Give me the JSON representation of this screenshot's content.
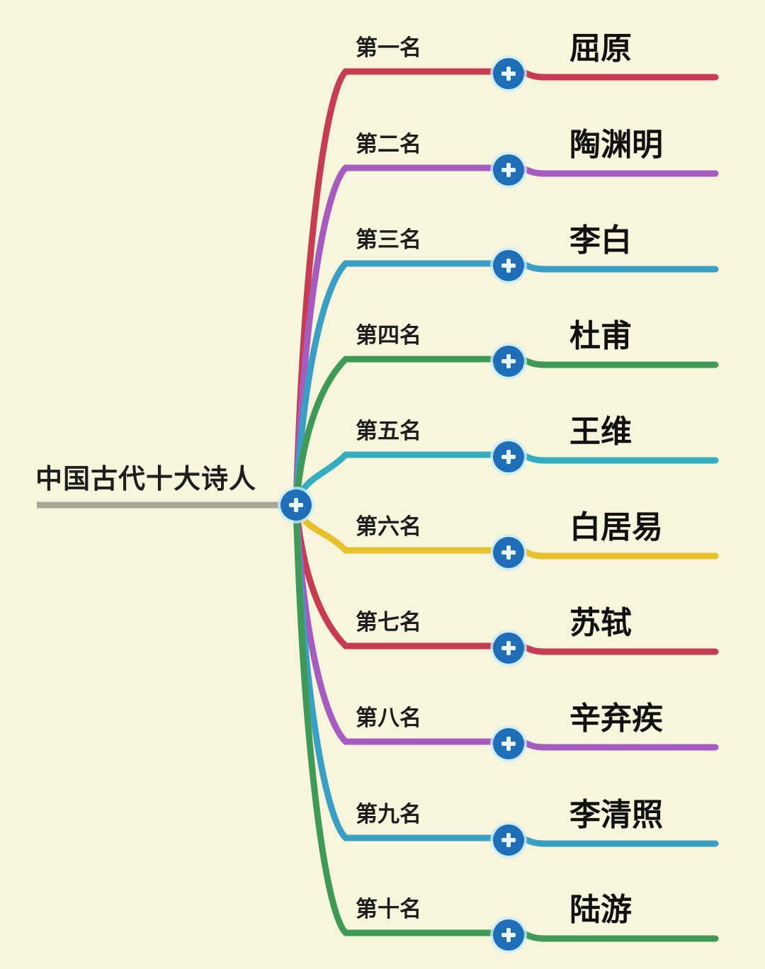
{
  "root": {
    "title": "中国古代十大诗人",
    "node_icon": "plus-circle-icon",
    "line_color": "#a9a898"
  },
  "branches": [
    {
      "rank": "第一名",
      "name": "屈原",
      "color": "#c63c52"
    },
    {
      "rank": "第二名",
      "name": "陶渊明",
      "color": "#a65cbf"
    },
    {
      "rank": "第三名",
      "name": "李白",
      "color": "#3a9fc2"
    },
    {
      "rank": "第四名",
      "name": "杜甫",
      "color": "#3e9a56"
    },
    {
      "rank": "第五名",
      "name": "王维",
      "color": "#35adc0"
    },
    {
      "rank": "第六名",
      "name": "白居易",
      "color": "#e8c12a"
    },
    {
      "rank": "第七名",
      "name": "苏轼",
      "color": "#c63c52"
    },
    {
      "rank": "第八名",
      "name": "辛弃疾",
      "color": "#a65cbf"
    },
    {
      "rank": "第九名",
      "name": "李清照",
      "color": "#3a9fc2"
    },
    {
      "rank": "第十名",
      "name": "陆游",
      "color": "#3e9a56"
    }
  ],
  "node_color": "#1f6fb8"
}
